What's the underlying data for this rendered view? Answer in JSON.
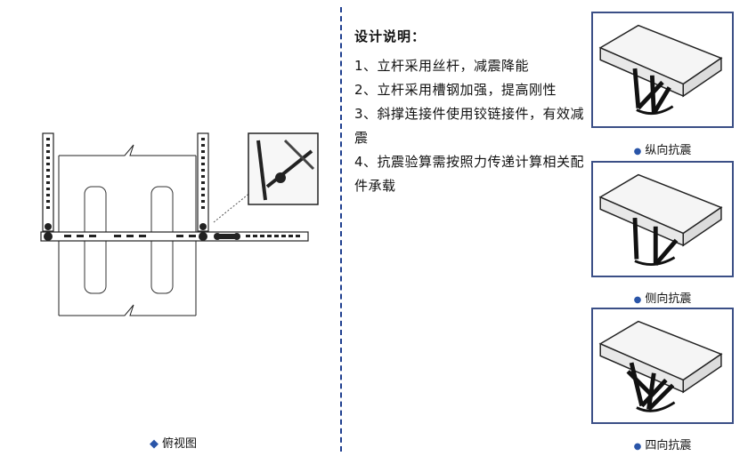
{
  "notes": {
    "title": "设计说明：",
    "items": [
      "1、立杆采用丝杆，减震降能",
      "2、立杆采用槽钢加强，提高刚性",
      "3、斜撑连接件使用铰链接件，有效减震",
      "4、抗震验算需按照力传递计算相关配件承载"
    ]
  },
  "top_view": {
    "caption": "俯视图"
  },
  "views": [
    {
      "caption": "纵向抗震"
    },
    {
      "caption": "侧向抗震"
    },
    {
      "caption": "四向抗震"
    }
  ],
  "colors": {
    "accent": "#2a55a8",
    "frame": "#3b4f86",
    "divider": "#1f3f8f"
  }
}
